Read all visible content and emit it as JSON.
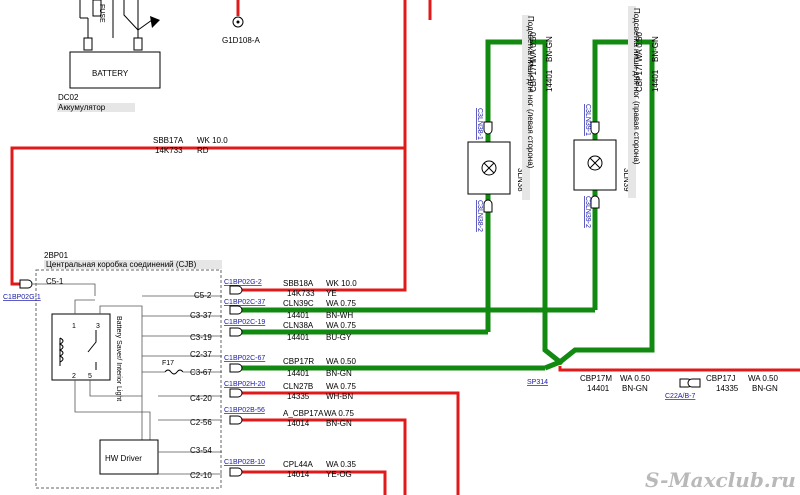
{
  "battery": {
    "fuse_label": "FUSE",
    "label": "BATTERY",
    "plus": "(+)",
    "minus": "(-)",
    "code": "DC02",
    "name": "Аккумулятор"
  },
  "ground": {
    "label": "G1D108-A"
  },
  "main_wire": {
    "name": "SBB17A",
    "spec": "WK 10.0",
    "code": "14K733",
    "color": "RD"
  },
  "cjb": {
    "code": "2BP01",
    "name": "Центральная коробка соединений (CJB)",
    "relay_label": "Battery Saver/ Interior Light",
    "driver_label": "HW Driver",
    "fuse_label": "F17",
    "relay_pins": [
      "1",
      "3",
      "2",
      "5"
    ],
    "ext_connector": "C1BP02G-1",
    "pins": [
      "C5-1",
      "C5-2",
      "C3-37",
      "C3-19",
      "C2-37",
      "C3-67",
      "C4-20",
      "C2-56",
      "C3-54",
      "C2-10"
    ]
  },
  "connectors": {
    "c5_2": "C1BP02G-2",
    "c3_37": "C1BP02C-37",
    "c3_19": "C1BP02C-19",
    "c3_67": "C1BP02C-67",
    "c4_20": "C1BP02H-20",
    "c2_56": "C1BP02B-56",
    "c2_10": "C1BP02B-10",
    "c22a": "C22A/B-7"
  },
  "wires": [
    {
      "name": "SBB18A",
      "spec": "WK 10.0",
      "code": "14K733",
      "color": "YE"
    },
    {
      "name": "CLN39C",
      "spec": "WA 0.75",
      "code": "14401",
      "color": "BN-WH"
    },
    {
      "name": "CLN38A",
      "spec": "WA 0.75",
      "code": "14401",
      "color": "BU-GY"
    },
    {
      "name": "CBP17R",
      "spec": "WA 0.50",
      "code": "14401",
      "color": "BN-GN"
    },
    {
      "name": "CLN27B",
      "spec": "WA 0.75",
      "code": "14335",
      "color": "WH-BN"
    },
    {
      "name": "A_CBP17A",
      "spec": "WA 0.75",
      "code": "14014",
      "color": "BN-GN"
    },
    {
      "name": "CPL44A",
      "spec": "WA 0.35",
      "code": "14014",
      "color": "YE-OG"
    }
  ],
  "splice": {
    "label": "SP314"
  },
  "wire_m": {
    "name": "CBP17M",
    "spec": "WA 0.50",
    "code": "14401",
    "color": "BN-GN"
  },
  "wire_j": {
    "name": "CBP17J",
    "spec": "WA 0.50",
    "code": "14335",
    "color": "BN-GN"
  },
  "lamp_left": {
    "code": "3LN38",
    "name": "Подсветка ниши для ног (левая сторона)",
    "conn_top": "C3LN38-1",
    "conn_bottom": "C3LN38-2",
    "wire_name": "CBP17H",
    "wire_spec": "WA 0.50",
    "wire_code": "14401",
    "wire_color": "BN-GN"
  },
  "lamp_right": {
    "code": "3LN39",
    "name": "Подсветка ниши для ног (правая сторона)",
    "conn_top": "C3LN39-1",
    "conn_bottom": "C3LN39-2",
    "wire_name": "CBP17I",
    "wire_spec": "WA 0.50",
    "wire_code": "14401",
    "wire_color": "BN-GN"
  },
  "watermark": "S-Maxclub.ru"
}
